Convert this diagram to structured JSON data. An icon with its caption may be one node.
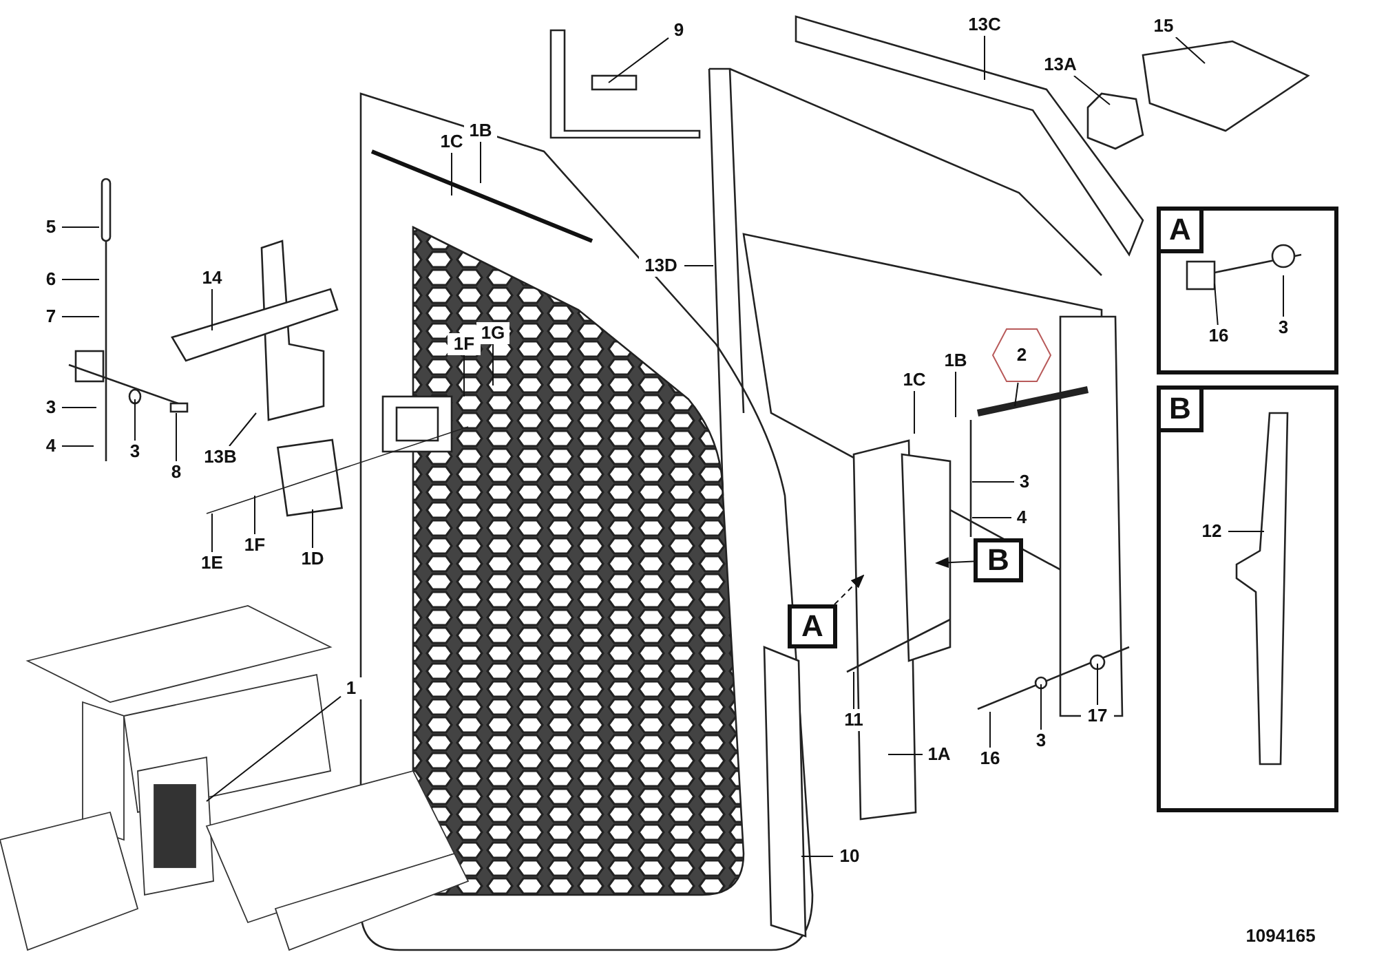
{
  "diagram": {
    "nodes": [
      {
        "text": [
          "A"
        ]
      },
      {
        "text": [
          "16"
        ],
        "in": 0
      },
      {
        "text": [
          "3"
        ],
        "in": 0
      },
      {
        "text": [
          "B"
        ]
      },
      {
        "text": [
          "12"
        ],
        "in": 3
      },
      {
        "text": [
          "9"
        ]
      },
      {
        "text": [
          "13C"
        ]
      },
      {
        "text": [
          "15"
        ]
      },
      {
        "text": [
          "13A"
        ]
      },
      {
        "text": [
          "1C"
        ]
      },
      {
        "text": [
          "1B"
        ]
      },
      {
        "text": [
          "5"
        ]
      },
      {
        "text": [
          "6"
        ]
      },
      {
        "text": [
          "7"
        ]
      },
      {
        "text": [
          "3"
        ]
      },
      {
        "text": [
          "4"
        ]
      },
      {
        "text": [
          "14"
        ]
      },
      {
        "text": [
          "3"
        ]
      },
      {
        "text": [
          "8"
        ]
      },
      {
        "text": [
          "13B"
        ]
      },
      {
        "text": [
          "1F"
        ]
      },
      {
        "text": [
          "1G"
        ]
      },
      {
        "text": [
          "13D"
        ]
      },
      {
        "text": [
          "2"
        ]
      },
      {
        "text": [
          "1C"
        ]
      },
      {
        "text": [
          "1B"
        ]
      },
      {
        "text": [
          "3"
        ]
      },
      {
        "text": [
          "4"
        ]
      },
      {
        "text": [
          "A"
        ]
      },
      {
        "text": [
          "B"
        ]
      },
      {
        "text": [
          "1E"
        ]
      },
      {
        "text": [
          "1F"
        ]
      },
      {
        "text": [
          "1D"
        ]
      },
      {
        "text": [
          "11"
        ]
      },
      {
        "text": [
          "16"
        ]
      },
      {
        "text": [
          "3"
        ]
      },
      {
        "text": [
          "17"
        ]
      },
      {
        "text": [
          "1A"
        ]
      },
      {
        "text": [
          "10"
        ]
      },
      {
        "text": [
          "1"
        ]
      }
    ],
    "edges": [
      {
        "from": 1,
        "to": null,
        "arrow": "none"
      },
      {
        "from": 2,
        "to": null,
        "arrow": "none"
      },
      {
        "from": 4,
        "to": null,
        "arrow": "none"
      },
      {
        "from": 5,
        "to": null,
        "arrow": "none"
      },
      {
        "from": 6,
        "to": null,
        "arrow": "none"
      },
      {
        "from": 7,
        "to": null,
        "arrow": "none"
      },
      {
        "from": 8,
        "to": null,
        "arrow": "none"
      },
      {
        "from": 9,
        "to": null,
        "arrow": "none"
      },
      {
        "from": 10,
        "to": null,
        "arrow": "none"
      },
      {
        "from": 11,
        "to": null,
        "arrow": "none"
      },
      {
        "from": 12,
        "to": null,
        "arrow": "none"
      },
      {
        "from": 13,
        "to": null,
        "arrow": "none"
      },
      {
        "from": 14,
        "to": null,
        "arrow": "none"
      },
      {
        "from": 15,
        "to": null,
        "arrow": "none"
      },
      {
        "from": 16,
        "to": null,
        "arrow": "none"
      },
      {
        "from": 17,
        "to": null,
        "arrow": "none"
      },
      {
        "from": 18,
        "to": null,
        "arrow": "none"
      },
      {
        "from": 19,
        "to": null,
        "arrow": "none"
      },
      {
        "from": 20,
        "to": null,
        "arrow": "none"
      },
      {
        "from": 21,
        "to": null,
        "arrow": "none"
      },
      {
        "from": 22,
        "to": null,
        "arrow": "none"
      },
      {
        "from": 23,
        "to": null,
        "arrow": "none"
      },
      {
        "from": 24,
        "to": null,
        "arrow": "none"
      },
      {
        "from": 25,
        "to": null,
        "arrow": "none"
      },
      {
        "from": 26,
        "to": null,
        "arrow": "none"
      },
      {
        "from": 27,
        "to": null,
        "arrow": "none"
      },
      {
        "from": 28,
        "to": null,
        "arrow": "to",
        "style": "dashed"
      },
      {
        "from": 29,
        "to": null,
        "arrow": "to"
      },
      {
        "from": 30,
        "to": null,
        "arrow": "none"
      },
      {
        "from": 31,
        "to": null,
        "arrow": "none"
      },
      {
        "from": 32,
        "to": null,
        "arrow": "none"
      },
      {
        "from": 33,
        "to": null,
        "arrow": "none"
      },
      {
        "from": 34,
        "to": null,
        "arrow": "none"
      },
      {
        "from": 35,
        "to": null,
        "arrow": "none"
      },
      {
        "from": 36,
        "to": null,
        "arrow": "none"
      },
      {
        "from": 37,
        "to": null,
        "arrow": "none"
      },
      {
        "from": 38,
        "to": null,
        "arrow": "none"
      },
      {
        "from": 39,
        "to": null,
        "arrow": "none"
      }
    ],
    "labels": [
      "1094165"
    ]
  }
}
